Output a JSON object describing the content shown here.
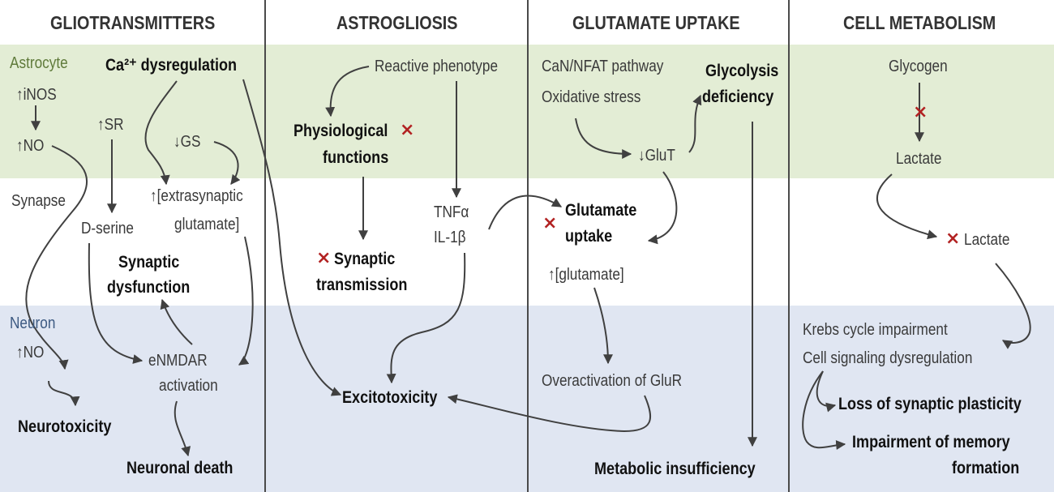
{
  "columns": {
    "gliotransmitters": "GLIOTRANSMITTERS",
    "astrogliosis": "ASTROGLIOSIS",
    "glutamate_uptake": "GLUTAMATE UPTAKE",
    "cell_metabolism": "CELL METABOLISM"
  },
  "bands": {
    "astrocyte": "Astrocyte",
    "synapse": "Synapse",
    "neuron": "Neuron"
  },
  "gliotransmitters": {
    "inos": "↑iNOS",
    "no_astro": "↑NO",
    "ca_dysregulation": "Ca²⁺ dysregulation",
    "sr": "↑SR",
    "gs": "↓GS",
    "extrasynaptic_1": "↑[extrasynaptic",
    "extrasynaptic_2": "glutamate]",
    "dserine": "D-serine",
    "synaptic_dysfunction_1": "Synaptic",
    "synaptic_dysfunction_2": "dysfunction",
    "no_neuron": "↑NO",
    "enmdar_1": "eNMDAR",
    "enmdar_2": "activation",
    "neurotoxicity": "Neurotoxicity",
    "neuronal_death": "Neuronal death"
  },
  "astrogliosis": {
    "reactive_phenotype": "Reactive phenotype",
    "physiological_1": "Physiological",
    "physiological_2": "functions",
    "tnfa": "TNFα",
    "il1b": "IL-1β",
    "synaptic_transmission_1": "Synaptic",
    "synaptic_transmission_2": "transmission",
    "excitotoxicity": "Excitotoxicity"
  },
  "glutamate_uptake": {
    "can_nfat": "CaN/NFAT pathway",
    "oxidative_stress": "Oxidative stress",
    "glycolysis_1": "Glycolysis",
    "glycolysis_2": "deficiency",
    "glut": "↓GluT",
    "glutamate_uptake_1": "Glutamate",
    "glutamate_uptake_2": "uptake",
    "glutamate_level": "↑[glutamate]",
    "overactivation": "Overactivation of GluR",
    "metabolic_insufficiency": "Metabolic insufficiency"
  },
  "cell_metabolism": {
    "glycogen": "Glycogen",
    "lactate": "Lactate",
    "lactate_blocked": "Lactate",
    "krebs": "Krebs cycle impairment",
    "cell_signaling": "Cell signaling dysregulation",
    "loss_plasticity": "Loss of synaptic plasticity",
    "memory_1": "Impairment of memory",
    "memory_2": "formation"
  },
  "colors": {
    "astrocyte_band": "#e3edd5",
    "neuron_band": "#e0e6f2",
    "cross": "#b22222",
    "arrow": "#404040"
  },
  "cross_symbol": "×"
}
